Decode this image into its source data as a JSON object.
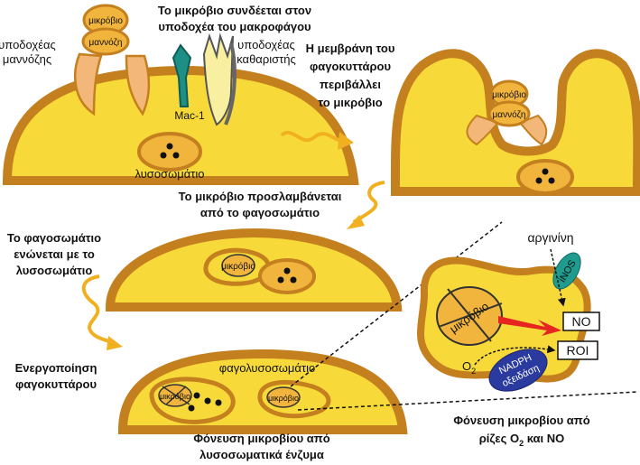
{
  "labels": {
    "microbe": "μικρόβιο",
    "mannose": "μαννόζη",
    "mannose_receptor": [
      "υποδοχέας",
      "μαννόζης"
    ],
    "binding_title": [
      "Το μικρόβιο συνδέεται στον",
      "υποδοχέα του μακροφάγου"
    ],
    "scavenger_receptor": [
      "υποδοχέας",
      "καθαριστής"
    ],
    "mac1": "Mac-1",
    "lysosome": "λυσοσωμάτιο",
    "membrane_engulf": [
      "Η μεμβράνη του",
      "φαγοκυττάρου",
      "περιβάλλει",
      "το μικρόβιο"
    ],
    "ingested": [
      "Το μικρόβιο προσλαμβάνεται",
      "από το φαγοσωμάτιο"
    ],
    "fusion": [
      "Το φαγοσωμάτιο",
      "ενώνεται με το",
      "λυσοσωμάτιο"
    ],
    "activation": [
      "Ενεργοποίηση",
      "φαγοκυττάρου"
    ],
    "phagolysosome": "φαγολυσοσωμάτιο",
    "kill_enzymes": [
      "Φόνευση μικροβίου από",
      "λυσοσωματικά ένζυμα"
    ],
    "arginine": "αργινίνη",
    "inos": "iNOS",
    "no": "NO",
    "roi": "ROI",
    "o2": "O",
    "o2_sub": "2",
    "nadph_oxidase": [
      "NADPH",
      "οξειδάση"
    ],
    "kill_radicals_line1": "Φόνευση μικροβίου από",
    "kill_radicals_line2_a": "ρίζες O",
    "kill_radicals_line2_sub": "2",
    "kill_radicals_line2_b": " και NO"
  },
  "colors": {
    "cell_fill": "#f7da3a",
    "membrane": "#c47f1e",
    "microbe_fill": "#f1b43c",
    "receptor": "#f4b77a",
    "mac1": "#1e8f84",
    "scavenger": "#f8efa0",
    "arrow": "#f0b020",
    "inos": "#1f9c8e",
    "nadph": "#2b3a9e",
    "red_arrow": "#e62420"
  }
}
